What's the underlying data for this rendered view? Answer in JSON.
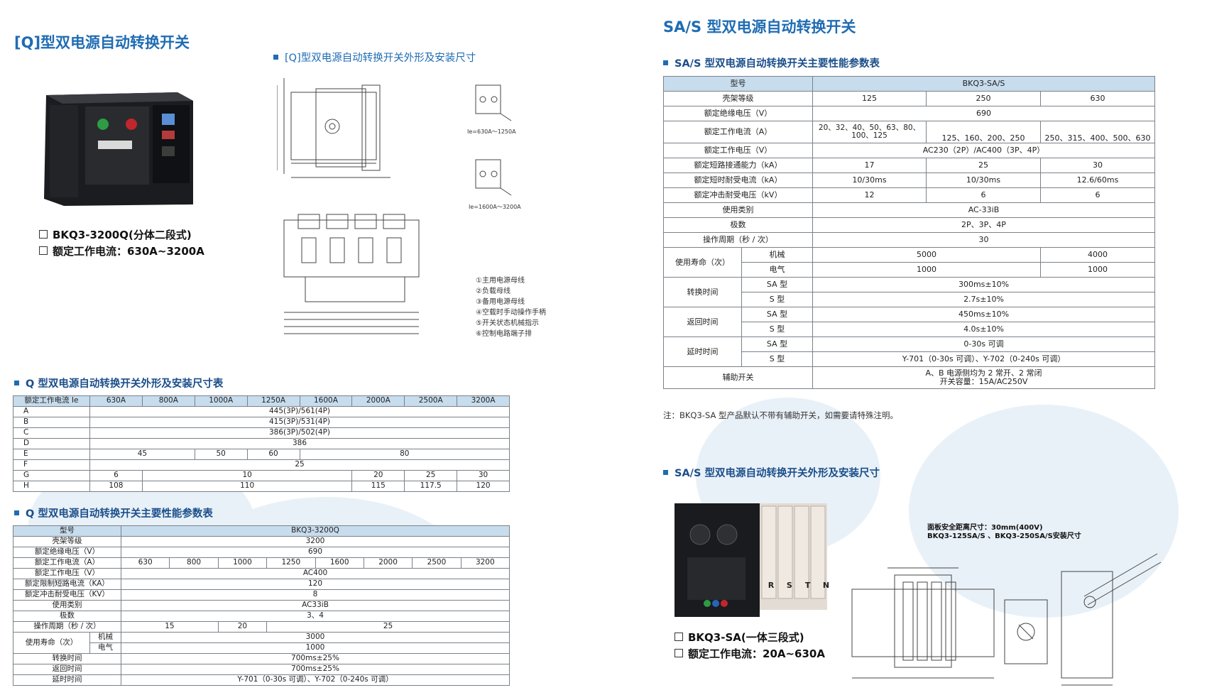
{
  "left": {
    "title": "[Q]型双电源自动转换开关",
    "product_lines": [
      "BKQ3-3200Q(分体二段式)",
      "额定工作电流：630A~3200A"
    ],
    "drawing_title": "[Q]型双电源自动转换开关外形及安装尺寸",
    "drawing_notes": {
      "ie1": "Ie=630A～1250A",
      "ie2": "Ie=1600A～3200A",
      "legend": [
        "①主用电源母线",
        "②负载母线",
        "③备用电源母线",
        "④空载时手动操作手柄",
        "⑤开关状态机械指示",
        "⑥控制电路端子排"
      ]
    },
    "dim_table_title": "Q 型双电源自动转换开关外形及安装尺寸表",
    "dim_table": {
      "header_label": "额定工作电流 Ie",
      "currents": [
        "630A",
        "800A",
        "1000A",
        "1250A",
        "1600A",
        "2000A",
        "2500A",
        "3200A"
      ],
      "rows": {
        "A": "445(3P)/561(4P)",
        "B": "415(3P)/531(4P)",
        "C": "386(3P)/502(4P)",
        "D": "386",
        "E": [
          "45",
          "50",
          "60",
          "80"
        ],
        "F": "25",
        "G": [
          "6",
          "10",
          "20",
          "25",
          "30"
        ],
        "H": [
          "108",
          "110",
          "115",
          "117.5",
          "120"
        ]
      }
    },
    "perf_table_title": "Q 型双电源自动转换开关主要性能参数表",
    "perf_table": {
      "model_label": "型号",
      "model": "BKQ3-3200Q",
      "frame_label": "壳架等级",
      "frame": "3200",
      "ui_label": "额定绝缘电压（V）",
      "ui": "690",
      "ie_label": "额定工作电流（A）",
      "ie": [
        "630",
        "800",
        "1000",
        "1250",
        "1600",
        "2000",
        "2500",
        "3200"
      ],
      "ue_label": "额定工作电压（V）",
      "ue": "AC400",
      "icu_label": "额定限制短路电流（KA）",
      "icu": "120",
      "uimp_label": "额定冲击耐受电压（KV）",
      "uimp": "8",
      "cat_label": "使用类别",
      "cat": "AC33iB",
      "poles_label": "极数",
      "poles": "3、4",
      "cycle_label": "操作周期（秒 / 次）",
      "cycle": [
        "15",
        "20",
        "25"
      ],
      "life_label": "使用寿命（次）",
      "mech_label": "机械",
      "mech": "3000",
      "elec_label": "电气",
      "elec": "1000",
      "switch_label": "转换时间",
      "switch": "700ms±25%",
      "return_label": "返回时间",
      "return": "700ms±25%",
      "delay_label": "延时时间",
      "delay": "Y-701（0-30s 可调）、Y-702（0-240s 可调）"
    }
  },
  "right": {
    "title": "SA/S 型双电源自动转换开关",
    "perf_table_title": "SA/S 型双电源自动转换开关主要性能参数表",
    "perf_table": {
      "model_label": "型号",
      "model": "BKQ3-SA/S",
      "frame_label": "壳架等级",
      "frames": [
        "125",
        "250",
        "630"
      ],
      "ui_label": "额定绝缘电压（V）",
      "ui": "690",
      "ie_label": "额定工作电流（A）",
      "ie": [
        "20、32、40、50、63、80、100、125",
        "125、160、200、250",
        "250、315、400、500、630"
      ],
      "ue_label": "额定工作电压（V）",
      "ue": "AC230（2P）/AC400（3P、4P）",
      "icm_label": "额定短路接通能力（kA）",
      "icm": [
        "17",
        "25",
        "30"
      ],
      "icw_label": "额定短时耐受电流（kA）",
      "icw": [
        "10/30ms",
        "10/30ms",
        "12.6/60ms"
      ],
      "uimp_label": "额定冲击耐受电压（kV）",
      "uimp": [
        "12",
        "6",
        "6"
      ],
      "cat_label": "使用类别",
      "cat": "AC-33iB",
      "poles_label": "极数",
      "poles": "2P、3P、4P",
      "cycle_label": "操作周期（秒 / 次）",
      "cycle": "30",
      "life_label": "使用寿命（次）",
      "mech_label": "机械",
      "mech": [
        "5000",
        "4000"
      ],
      "elec_label": "电气",
      "elec": [
        "1000",
        "1000"
      ],
      "switch_label": "转换时间",
      "sa_label": "SA 型",
      "s_label": "S 型",
      "switch_sa": "300ms±10%",
      "switch_s": "2.7s±10%",
      "return_label": "返回时间",
      "return_sa": "450ms±10%",
      "return_s": "4.0s±10%",
      "delay_label": "延时时间",
      "delay_sa": "0-30s 可调",
      "delay_s": "Y-701（0-30s 可调）、Y-702（0-240s 可调）",
      "aux_label": "辅助开关",
      "aux_line1": "A、B 电源侧均为 2 常开、2 常闭",
      "aux_line2": "开关容量：15A/AC250V"
    },
    "note": "注：BKQ3-SA 型产品默认不带有辅助开关，如需要请特殊注明。",
    "drawing_title": "SA/S 型双电源自动转换开关外形及安装尺寸",
    "product_lines": [
      "BKQ3-SA(一体三段式)",
      "额定工作电流：20A~630A"
    ],
    "panel_note_1": "面板安全距离尺寸：30mm(400V)",
    "panel_note_2": "BKQ3-125SA/S 、BKQ3-250SA/S安装尺寸",
    "terminal_labels": [
      "R",
      "S",
      "T",
      "N"
    ]
  }
}
